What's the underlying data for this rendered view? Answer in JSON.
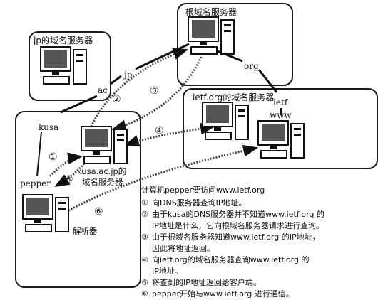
{
  "boxes": {
    "root": "根域名服务器",
    "jp": "jp的域名服务器",
    "ietf": "ietf.org的域名服务器"
  },
  "tree_labels": {
    "jp": "jp",
    "ac": "ac",
    "kusa": "kusa",
    "org": "org",
    "ietf": "ietf",
    "www": "www",
    "pepper": "pepper"
  },
  "server_kusa": {
    "line1": "kusa.ac.jp的",
    "line2": "域名服务器"
  },
  "resolver": "解析器",
  "steps": [
    "①",
    "②",
    "③",
    "④",
    "⑤",
    "⑥"
  ],
  "legend": {
    "title": "计算机pepper要访问www.ietf.org",
    "items": [
      {
        "num": "①",
        "text": "向DNS服务器查询IP地址。"
      },
      {
        "num": "②",
        "text": "由于kusa的DNS服务器并不知道www.ietf.org 的\nIP地址是什么，它向根域名服务器请求进行查询。"
      },
      {
        "num": "③",
        "text": "由于根域名服务器知道www.ietf.org 的IP地址，\n因此将地址返回。"
      },
      {
        "num": "④",
        "text": "向ietf.org的域名服务器查询www.ietf.org 的\nIP地址。"
      },
      {
        "num": "⑤",
        "text": "将查到的IP地址返回给客户端。"
      },
      {
        "num": "⑥",
        "text": "pepper开始与www.ietf.org  进行通信。"
      }
    ]
  }
}
